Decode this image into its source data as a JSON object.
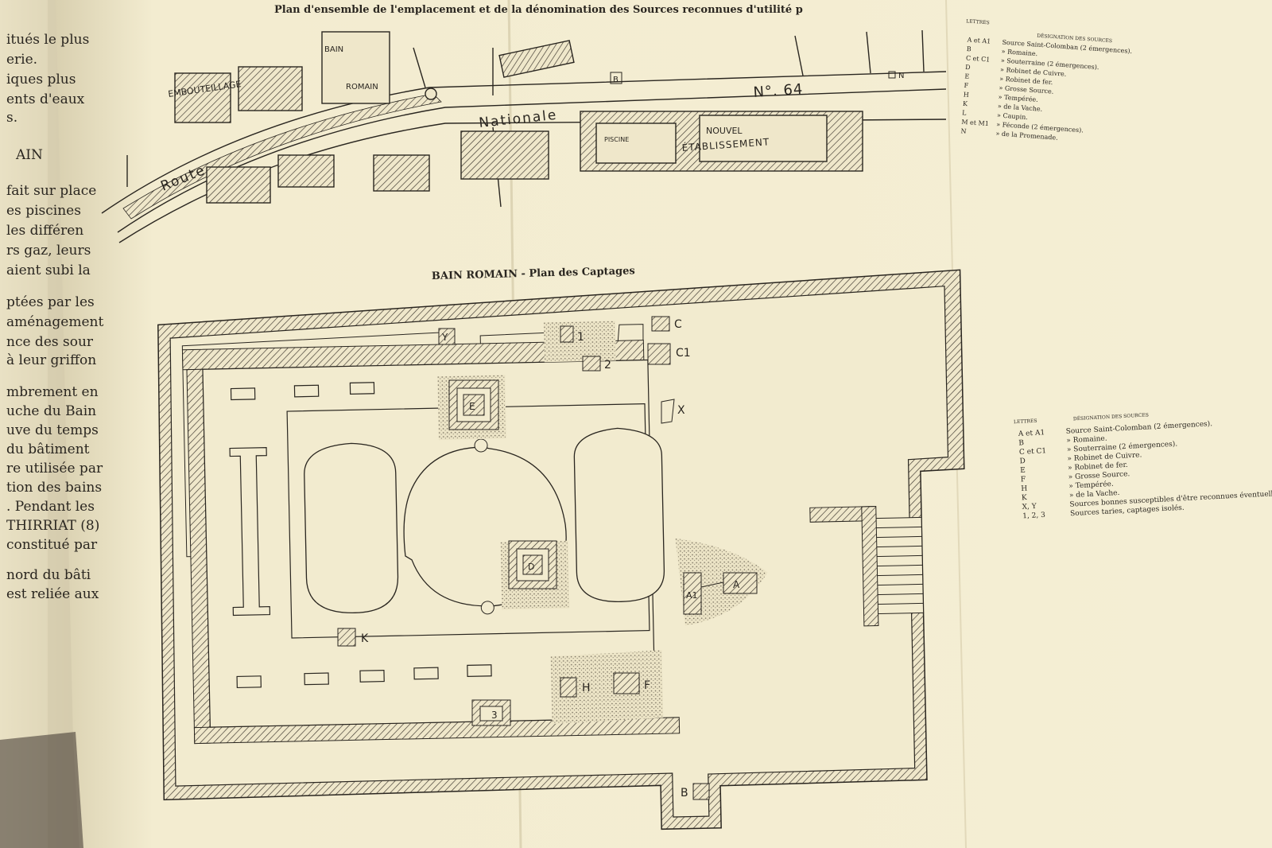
{
  "header": {
    "title": "Plan d'ensemble de l'emplacement et de la dénomination des Sources reconnues d'utilité p"
  },
  "site_plan": {
    "labels": {
      "embouteillage": "EMBOUTEILLAGE",
      "bain": "BAIN",
      "romain": "ROMAIN",
      "route": "Route",
      "nationale": "Nationale",
      "number": "N°. 64",
      "nouvel": "NOUVEL",
      "etablissement": "ÉTABLISSEMENT",
      "piscine": "PISCINE",
      "n_marker": "N",
      "b_marker": "B"
    },
    "legend": {
      "col_letters": "LETTRES",
      "col_designation": "DÉSIGNATION DES SOURCES",
      "rows": [
        {
          "letter": "A et A1",
          "name": "Source Saint-Colomban (2 émergences)."
        },
        {
          "letter": "B",
          "name": "» Romaine."
        },
        {
          "letter": "C et C1",
          "name": "» Souterraine (2 émergences)."
        },
        {
          "letter": "D",
          "name": "» Robinet de Cuivre."
        },
        {
          "letter": "E",
          "name": "» Robinet de fer."
        },
        {
          "letter": "F",
          "name": "» Grosse Source."
        },
        {
          "letter": "H",
          "name": "» Tempérée."
        },
        {
          "letter": "K",
          "name": "» de la Vache."
        },
        {
          "letter": "L",
          "name": "» Caupin."
        },
        {
          "letter": "M et M1",
          "name": "» Féconde (2 émergences)."
        },
        {
          "letter": "N",
          "name": "» de la Promenade."
        }
      ]
    }
  },
  "captages_plan": {
    "title": "BAIN ROMAIN - Plan des Captages",
    "markers": {
      "y": "Y",
      "one": "1",
      "two": "2",
      "c": "C",
      "c1": "C1",
      "x": "X",
      "e": "E",
      "d": "D",
      "k": "K",
      "a": "A",
      "a1": "A1",
      "h": "H",
      "f": "F",
      "three": "3",
      "b": "B"
    },
    "legend": {
      "col_letters": "LETTRES",
      "col_designation": "DÉSIGNATION DES SOURCES",
      "rows": [
        {
          "letter": "A et A1",
          "name": "Source Saint-Colomban (2 émergences)."
        },
        {
          "letter": "B",
          "name": "» Romaine."
        },
        {
          "letter": "C et C1",
          "name": "» Souterraine (2 émergences)."
        },
        {
          "letter": "D",
          "name": "» Robinet de Cuivre."
        },
        {
          "letter": "E",
          "name": "» Robinet de fer."
        },
        {
          "letter": "F",
          "name": "» Grosse Source."
        },
        {
          "letter": "H",
          "name": "» Tempérée."
        },
        {
          "letter": "K",
          "name": "» de la Vache."
        },
        {
          "letter": "X, Y",
          "name": "Sources bonnes susceptibles d'être reconnues éventuellement."
        },
        {
          "letter": "1, 2, 3",
          "name": "Sources taries, captages isolés."
        }
      ]
    }
  },
  "book_page_fragments": [
    "itués le plus",
    "erie.",
    "iques plus",
    "ents d'eaux",
    "s.",
    "AIN",
    "fait sur place",
    "es piscines",
    "les différen",
    "rs gaz, leurs",
    "aient subi la",
    "ptées par les",
    "aménagement",
    "nce des sour",
    "à leur griffon",
    "mbrement en",
    "uche du Bain",
    "uve du temps",
    "du bâtiment",
    "re utilisée par",
    "tion des bains",
    ". Pendant les",
    "THIRRIAT (8)",
    "constitué par",
    "nord du bâti",
    "est reliée aux"
  ],
  "colors": {
    "paper": "#f3eccf",
    "ink": "#2a2620",
    "stipple": "#c9c0a6",
    "shadow": "#3a322b"
  }
}
